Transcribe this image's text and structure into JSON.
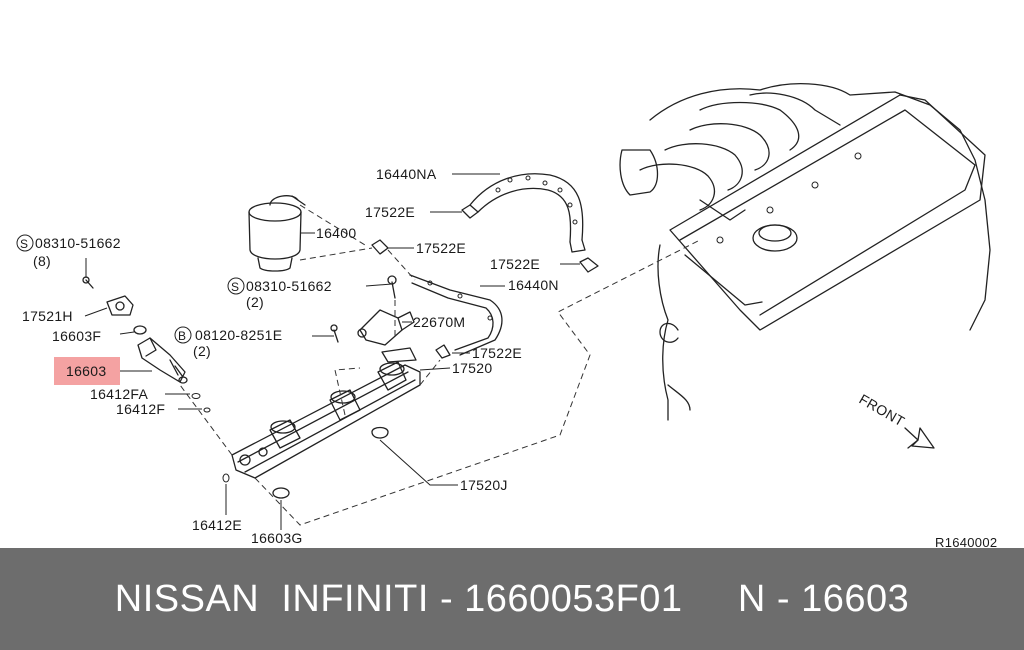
{
  "diagram": {
    "highlight_color": "#f4a2a2",
    "labels": {
      "p16440NA": "16440NA",
      "p17522E_a": "17522E",
      "p16400": "16400",
      "p17522E_b": "17522E",
      "p17522E_c": "17522E",
      "s08310_a": "08310-51662",
      "s08310_a_qty": "(8)",
      "s08310_b": "08310-51662",
      "s08310_b_qty": "(2)",
      "p16440N": "16440N",
      "p22670M": "22670M",
      "p17522E_d": "17522E",
      "p17520": "17520",
      "p17521H": "17521H",
      "p16603F": "16603F",
      "b08120": "08120-8251E",
      "b08120_qty": "(2)",
      "p16603": "16603",
      "p16412FA": "16412FA",
      "p16412F": "16412F",
      "p17520J": "17520J",
      "p16412E": "16412E",
      "p16603G": "16603G",
      "front": "FRONT",
      "ref": "R1640002",
      "symbol_s": "S",
      "symbol_b": "B"
    }
  },
  "footer": {
    "text": "NISSAN  INFINITI - 1660053F01     N - 16603",
    "background": "#6d6d6d"
  }
}
